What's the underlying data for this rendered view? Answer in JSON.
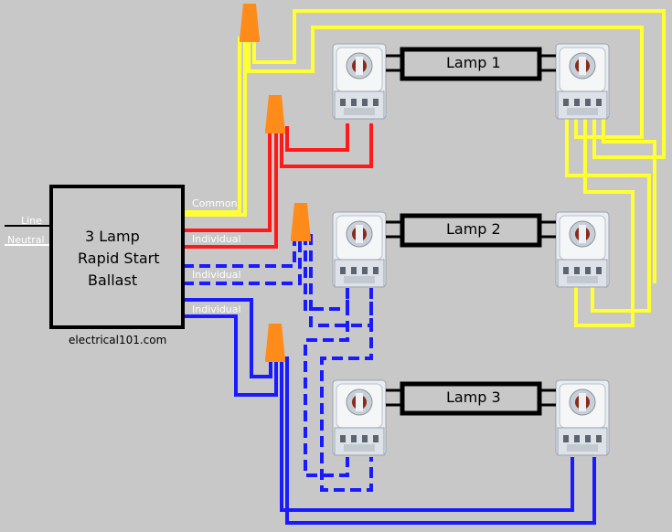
{
  "ballast": {
    "line1": "3 Lamp",
    "line2": "Rapid Start",
    "line3": "Ballast"
  },
  "inputs": {
    "line": "Line",
    "neutral": "Neutral"
  },
  "wires": {
    "common": "Common",
    "individual_red": "Individual",
    "individual_blue_dashed": "Individual",
    "individual_blue": "Individual"
  },
  "lamps": [
    {
      "label": "Lamp 1"
    },
    {
      "label": "Lamp 2"
    },
    {
      "label": "Lamp 3"
    }
  ],
  "credit": "electrical101.com",
  "colors": {
    "background": "#c8c8c8",
    "common_wire": "#ffff33",
    "red_wire": "#ff1a1a",
    "blue_wire": "#1a1aff",
    "wire_nut": "#ff8c1a",
    "ballast_fill": "#c8c8c8",
    "outline": "#000000"
  }
}
